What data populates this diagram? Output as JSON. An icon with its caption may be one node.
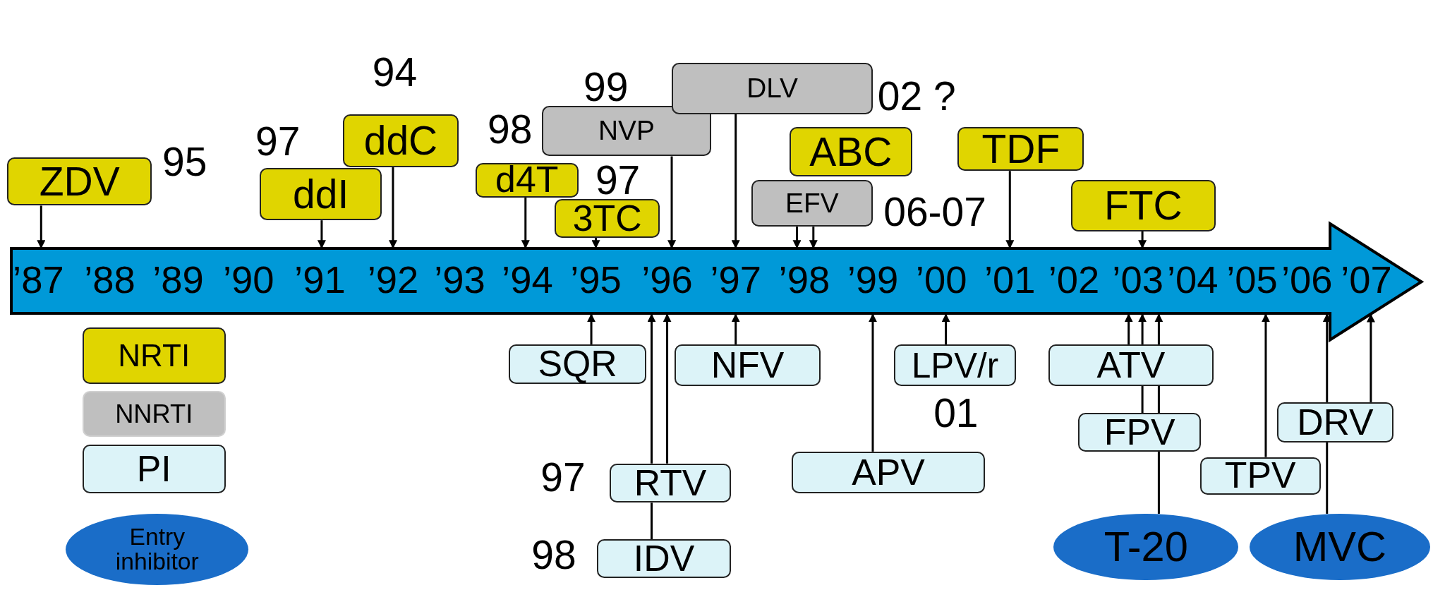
{
  "diagram": {
    "nodes": [
      {
        "text": [
          "ZDV"
        ]
      },
      {
        "text": [
          "ddI"
        ]
      },
      {
        "text": [
          "ddC"
        ]
      },
      {
        "text": [
          "d4T"
        ]
      },
      {
        "text": [
          "3TC"
        ]
      },
      {
        "text": [
          "NVP"
        ]
      },
      {
        "text": [
          "DLV"
        ]
      },
      {
        "text": [
          "ABC"
        ]
      },
      {
        "text": [
          "EFV"
        ]
      },
      {
        "text": [
          "TDF"
        ]
      },
      {
        "text": [
          "FTC"
        ]
      },
      {
        "text": [],
        "shape": "arrow"
      },
      {
        "text": [
          "SQR"
        ]
      },
      {
        "text": [
          "NFV"
        ]
      },
      {
        "text": [
          "LPV/r"
        ]
      },
      {
        "text": [
          "ATV"
        ]
      },
      {
        "text": [
          "DRV"
        ]
      },
      {
        "text": [
          "FPV"
        ]
      },
      {
        "text": [
          "APV"
        ]
      },
      {
        "text": [
          "TPV"
        ]
      },
      {
        "text": [
          "RTV"
        ]
      },
      {
        "text": [
          "T-20"
        ]
      },
      {
        "text": [
          "MVC"
        ]
      },
      {
        "text": [
          "IDV"
        ]
      }
    ],
    "edges": [
      {
        "from": 0,
        "to": 11,
        "arrow": "to"
      },
      {
        "from": 1,
        "to": 11,
        "arrow": "to"
      },
      {
        "from": 2,
        "to": 11,
        "arrow": "to"
      },
      {
        "from": 3,
        "to": 11,
        "arrow": "to"
      },
      {
        "from": 4,
        "to": 11,
        "arrow": "to"
      },
      {
        "from": 5,
        "to": 11,
        "arrow": "to"
      },
      {
        "from": 6,
        "to": 11,
        "arrow": "to"
      },
      {
        "from": 8,
        "to": 11,
        "arrow": "to"
      },
      {
        "from": 8,
        "to": 11,
        "arrow": "to"
      },
      {
        "from": 9,
        "to": 11,
        "arrow": "to"
      },
      {
        "from": 10,
        "to": 11,
        "arrow": "to"
      },
      {
        "from": 12,
        "to": 11,
        "arrow": "to"
      },
      {
        "from": 13,
        "to": 11,
        "arrow": "to"
      },
      {
        "from": 14,
        "to": 11,
        "arrow": "to"
      },
      {
        "from": 15,
        "to": 11,
        "arrow": "to"
      },
      {
        "from": 16,
        "to": 11,
        "arrow": "to"
      },
      {
        "from": 15,
        "to": 11,
        "arrow": "to"
      },
      {
        "from": 18,
        "to": 11,
        "arrow": "to"
      },
      {
        "from": 19,
        "to": 11,
        "arrow": "to"
      },
      {
        "from": 20,
        "to": 11,
        "arrow": "to"
      },
      {
        "from": 15,
        "to": 11,
        "arrow": "to"
      },
      {
        "from": 16,
        "to": 11,
        "arrow": "to"
      },
      {
        "from": 20,
        "to": 11,
        "arrow": "to"
      },
      {
        "from": 22,
        "to": 16,
        "arrow": "none"
      },
      {
        "from": 21,
        "to": 17,
        "arrow": "none"
      },
      {
        "from": 17,
        "to": 15,
        "arrow": "none"
      },
      {
        "from": 17,
        "to": 15,
        "arrow": "none"
      },
      {
        "from": 23,
        "to": 20,
        "arrow": "none"
      }
    ],
    "labels": [
      "94",
      "99",
      "02 ?",
      "98",
      "97",
      "95",
      "97",
      "06-07",
      "’87",
      "’88",
      "’89",
      "’90",
      "’91",
      "’92",
      "’93",
      "’94",
      "’95",
      "’96",
      "’97",
      "’98",
      "’99",
      "’00",
      "’01",
      "’02",
      "’03",
      "’04",
      "’05",
      "’06",
      "’07",
      "01",
      "97",
      "98"
    ],
    "legend": [
      {
        "text": "NRTI",
        "color": "#e0d500"
      },
      {
        "text": "NNRTI",
        "color": "#bfbfbf"
      },
      {
        "text": "PI",
        "color": "#dcf3f8"
      },
      {
        "text": "Entry inhibitor",
        "color": "#1a6dc8"
      }
    ]
  }
}
